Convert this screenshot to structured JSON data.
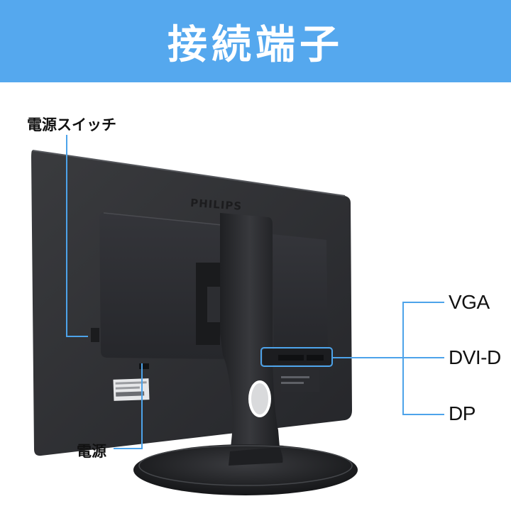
{
  "header": {
    "title": "接続端子"
  },
  "monitor": {
    "brand": "PHILIPS"
  },
  "labels": {
    "power_switch": "電源スイッチ",
    "power": "電源",
    "vga": "VGA",
    "dvi_d": "DVI-D",
    "dp": "DP"
  },
  "colors": {
    "header_bg": "#55a8ee",
    "header_text": "#ffffff",
    "callout_line": "#4da3ea",
    "monitor_body": "#2b2c2e"
  }
}
